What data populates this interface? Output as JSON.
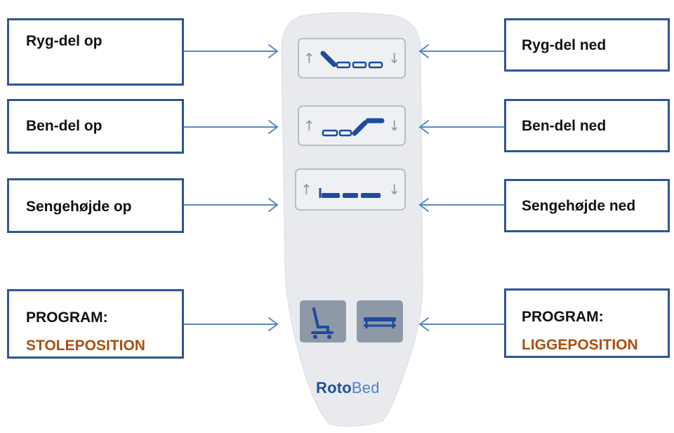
{
  "labels": {
    "back_up": "Ryg-del op",
    "back_down": "Ryg-del ned",
    "leg_up": "Ben-del op",
    "leg_down": "Ben-del ned",
    "height_up": "Sengehøjde op",
    "height_down": "Sengehøjde ned",
    "program_chair_title": "PROGRAM:",
    "program_chair_value": "STOLEPOSITION",
    "program_lie_title": "PROGRAM:",
    "program_lie_value": "LIGGEPOSITION"
  },
  "brand": {
    "part1": "Roto",
    "part2": "Bed"
  },
  "colors": {
    "box_border": "#2E5597",
    "arrow": "#5A86C5",
    "program_text": "#A8500F",
    "remote_body": "#E8EAEE",
    "icon_blue": "#1E4AA0"
  },
  "icons": {
    "up_arrow": "arrow-up-icon",
    "down_arrow": "arrow-down-icon"
  }
}
